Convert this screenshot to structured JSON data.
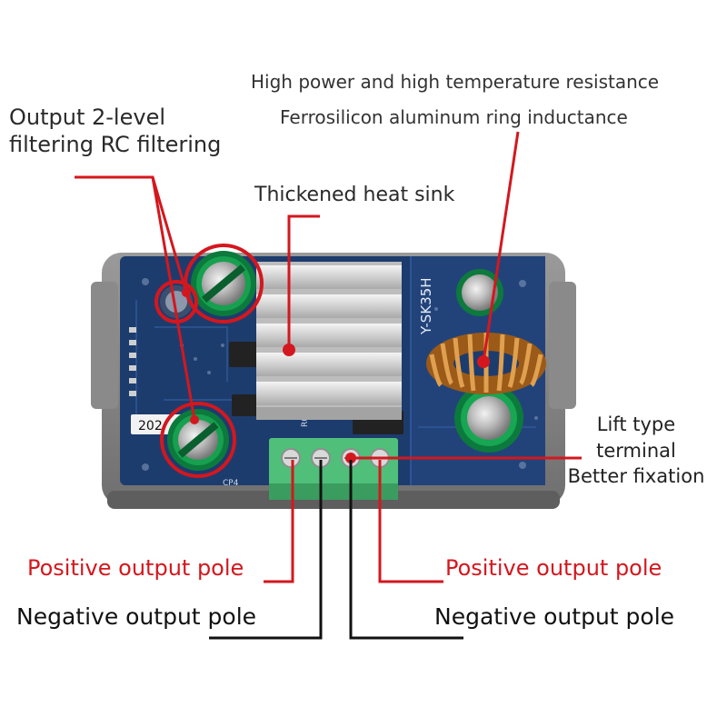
{
  "labels": {
    "inductor_line1": "High power and high temperature resistance",
    "inductor_line2": "Ferrosilicon aluminum ring inductance",
    "filter_line1": "Output 2-level",
    "filter_line2": "filtering RC filtering",
    "heatsink": "Thickened heat sink",
    "terminal_line1": "Lift type",
    "terminal_line2": "terminal",
    "terminal_line3": "Better fixation",
    "pos_left": "Positive output pole",
    "pos_right": "Positive output pole",
    "neg_left": "Negative output pole",
    "neg_right": "Negative output pole"
  },
  "board": {
    "silk_model": "Y-SK35H",
    "silk_date": "202",
    "silk_r": "R025",
    "silk_cp": "CP4"
  },
  "colors": {
    "callout_red": "#d4171e",
    "pcb_blue": "#1d3c6e",
    "terminal_green": "#4fbf7a",
    "heatsink_silver": "#d8d8d8",
    "inductor_copper": "#c4832d"
  }
}
